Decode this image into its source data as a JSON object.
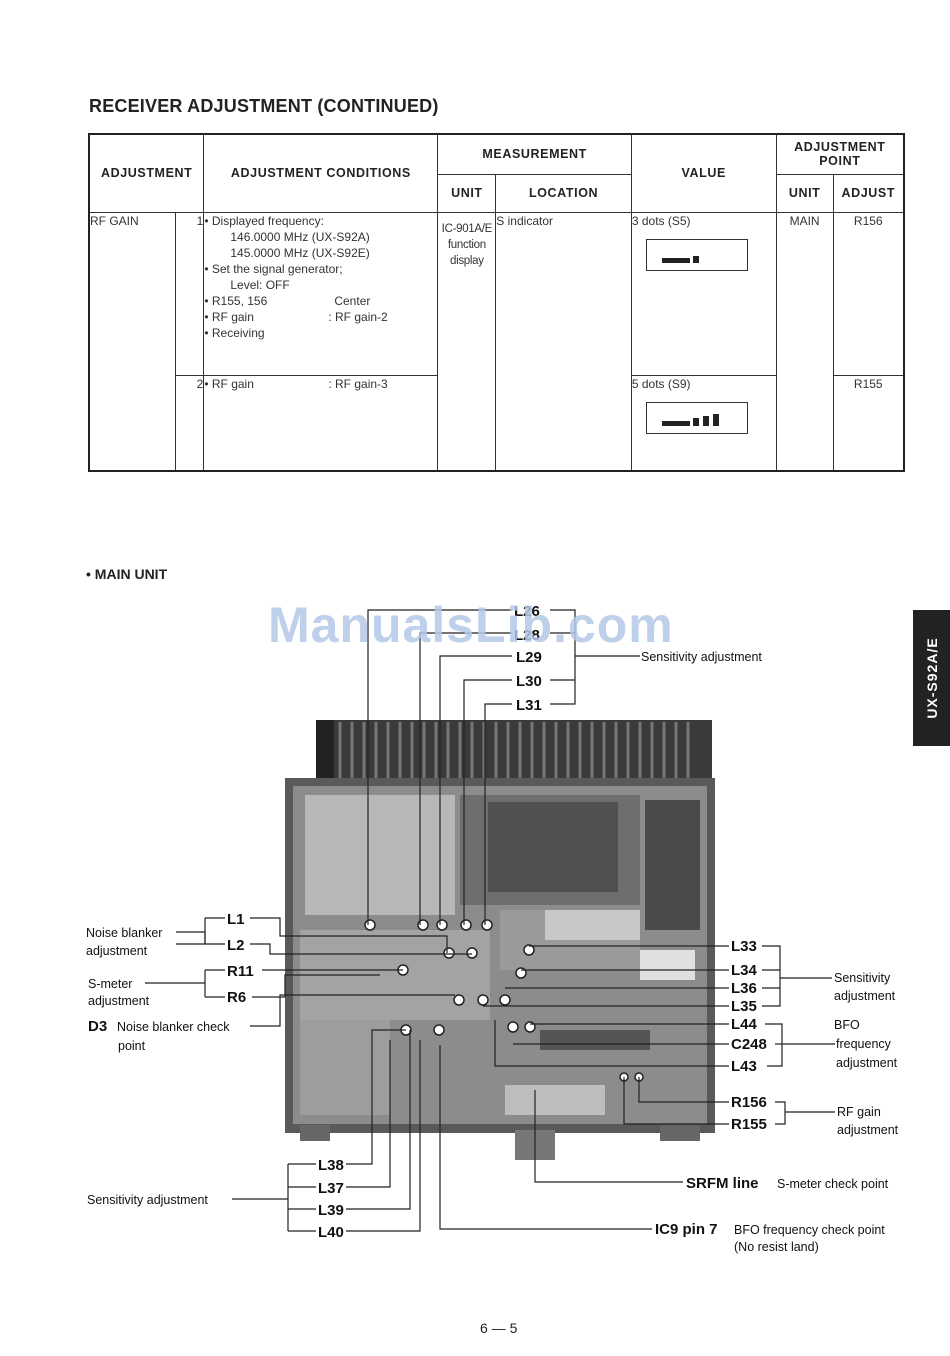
{
  "title": "RECEIVER ADJUSTMENT (CONTINUED)",
  "table": {
    "headers": {
      "adjustment": "ADJUSTMENT",
      "conditions": "ADJUSTMENT CONDITIONS",
      "measurement": "MEASUREMENT",
      "unit": "UNIT",
      "location": "LOCATION",
      "value": "VALUE",
      "adjustment_point_1": "ADJUSTMENT",
      "adjustment_point_2": "POINT",
      "adj_unit": "UNIT",
      "adjust": "ADJUST"
    },
    "adjustment_name": "RF GAIN",
    "meas_unit_1": "IC-901A/E",
    "meas_unit_2": "function",
    "meas_unit_3": "display",
    "meas_location": "S indicator",
    "adj_point_unit": "MAIN",
    "rows": [
      {
        "step": "1",
        "conditions": [
          "• Displayed frequency:",
          "146.0000 MHz (UX-S92A)",
          "145.0000 MHz (UX-S92E)",
          "• Set the signal generator;",
          "Level: OFF",
          "• R155, 156",
          "• RF gain",
          "• Receiving"
        ],
        "cond_right": [
          "Center",
          ": RF gain-2"
        ],
        "value": "3 dots (S5)",
        "adjust": "R156"
      },
      {
        "step": "2",
        "conditions": [
          "• RF gain"
        ],
        "cond_right": [
          ": RF gain-3"
        ],
        "value": "5 dots (S9)",
        "adjust": "R155"
      }
    ]
  },
  "section_title": "• MAIN UNIT",
  "watermark": "ManualsLib.com",
  "side_tab": "UX-S92A/E",
  "diagram": {
    "top_labels": [
      "L26",
      "L28",
      "L29",
      "L30",
      "L31"
    ],
    "top_note": "Sensitivity adjustment",
    "left": {
      "noise_blanker": [
        "Noise blanker",
        "adjustment"
      ],
      "l1": "L1",
      "l2": "L2",
      "smeter": [
        "S-meter",
        "adjustment"
      ],
      "r11": "R11",
      "r6": "R6",
      "d3": "D3",
      "d3_note": [
        "Noise blanker check",
        "point"
      ]
    },
    "right": {
      "sens_group": [
        "L33",
        "L34",
        "L36",
        "L35"
      ],
      "sens_note": [
        "Sensitivity",
        "adjustment"
      ],
      "bfo_group": [
        "L44",
        "C248",
        "L43"
      ],
      "bfo_note": [
        "BFO",
        "frequency",
        "adjustment"
      ],
      "rf_group": [
        "R156",
        "R155"
      ],
      "rf_note": [
        "RF gain",
        "adjustment"
      ]
    },
    "bottom": {
      "group": [
        "L38",
        "L37",
        "L39",
        "L40"
      ],
      "group_note": "Sensitivity adjustment",
      "srfm": "SRFM line",
      "srfm_note": "S-meter check point",
      "ic9": "IC9 pin 7",
      "ic9_note": "BFO frequency check point",
      "ic9_note2": "(No resist land)"
    }
  },
  "page_number": "6 — 5"
}
